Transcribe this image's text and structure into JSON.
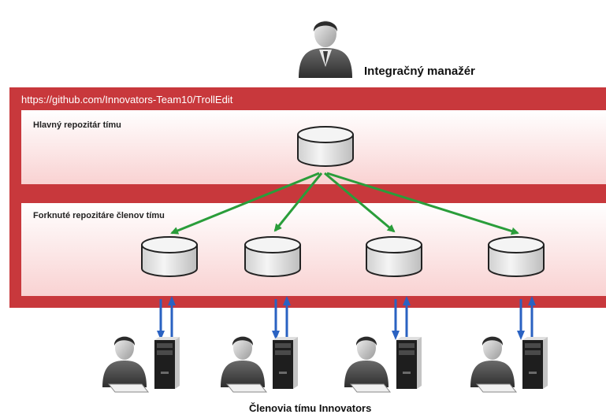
{
  "url": "https://github.com/Innovators-Team10/TrollEdit",
  "manager_label": "Integračný manažér",
  "main_repo_label": "Hlavný repozitár tímu",
  "forked_repos_label": "Forknuté repozitáre členov  tímu",
  "members_label": "Členovia tímu Innovators",
  "colors": {
    "outer_panel": "#c8383c",
    "inner_panel": "#fce6e6",
    "fork_arrow": "#2a9d3a",
    "sync_arrow": "#2a62c2",
    "cylinder": "#e9e9e9"
  },
  "icons": [
    "person-manager-icon",
    "database-cylinder-icon",
    "person-computer-icon"
  ]
}
